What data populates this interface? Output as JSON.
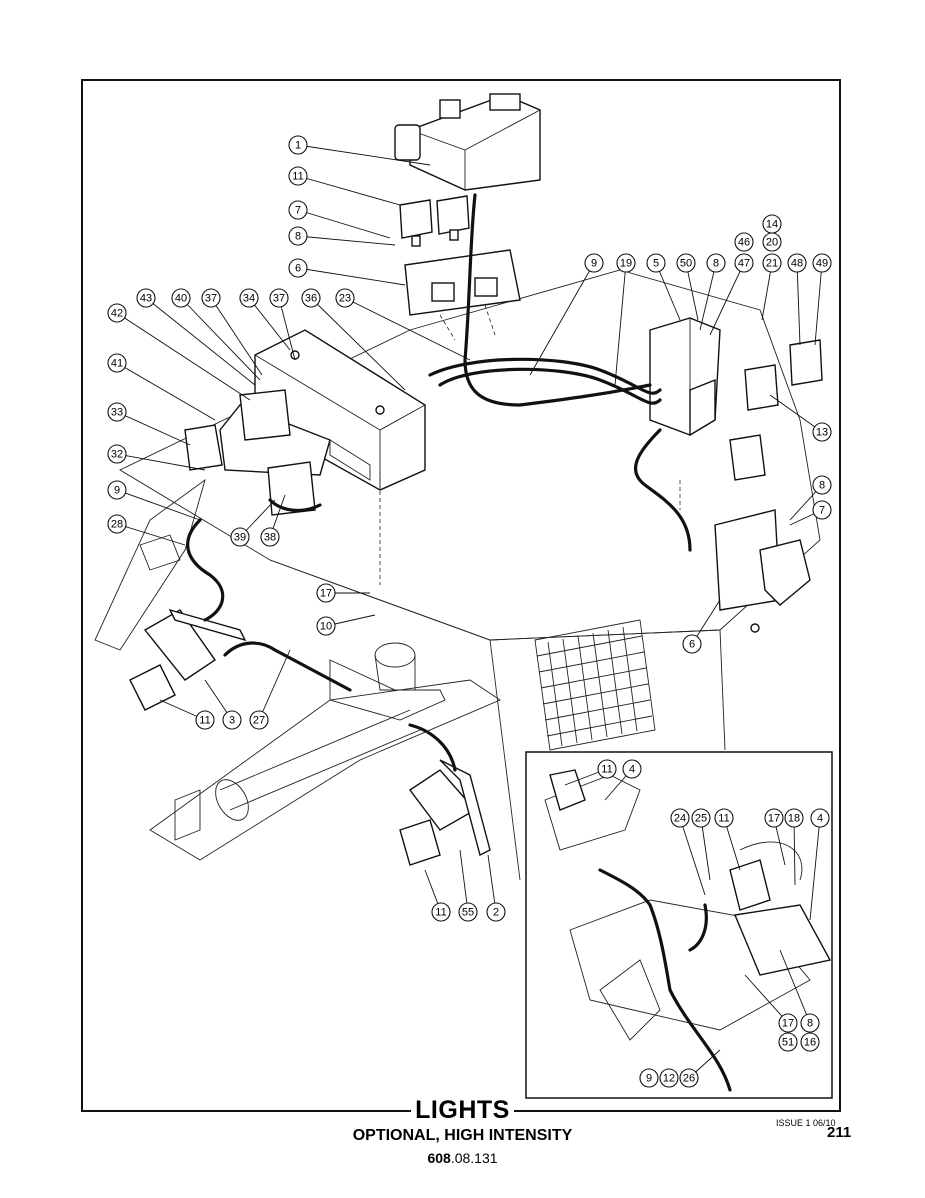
{
  "diagram": {
    "title": "LIGHTS",
    "subtitle": "OPTIONAL, HIGH INTENSITY",
    "doc_number_bold": "608",
    "doc_number_rest": ".08.131",
    "issue": "ISSUE 1 06/10",
    "page_number": "211"
  },
  "callouts": [
    "1",
    "11",
    "7",
    "8",
    "6",
    "9",
    "19",
    "5",
    "50",
    "8",
    "47",
    "46",
    "14",
    "20",
    "21",
    "48",
    "49",
    "43",
    "40",
    "37",
    "34",
    "37",
    "36",
    "23",
    "42",
    "41",
    "33",
    "32",
    "9",
    "28",
    "39",
    "38",
    "13",
    "8",
    "7",
    "6",
    "17",
    "10",
    "11",
    "3",
    "27",
    "11",
    "55",
    "2",
    "11",
    "4",
    "24",
    "25",
    "11",
    "17",
    "18",
    "4",
    "17",
    "8",
    "51",
    "16",
    "9",
    "12",
    "26"
  ]
}
